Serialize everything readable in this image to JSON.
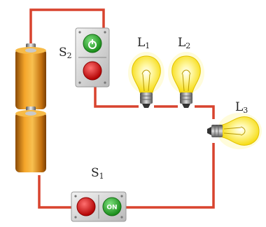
{
  "labels": {
    "s1": {
      "main": "S",
      "sub": "1"
    },
    "s2": {
      "main": "S",
      "sub": "2"
    },
    "l1": {
      "main": "L",
      "sub": "1"
    },
    "l2": {
      "main": "L",
      "sub": "2"
    },
    "l3": {
      "main": "L",
      "sub": "3"
    }
  },
  "switch_s1": {
    "on_text": "ON"
  },
  "colors": {
    "wire": "#d8432e",
    "battery": "#e08a18",
    "bulb_glass": "#fff066",
    "button_red": "#d81c1c",
    "button_green": "#2aa52a"
  }
}
